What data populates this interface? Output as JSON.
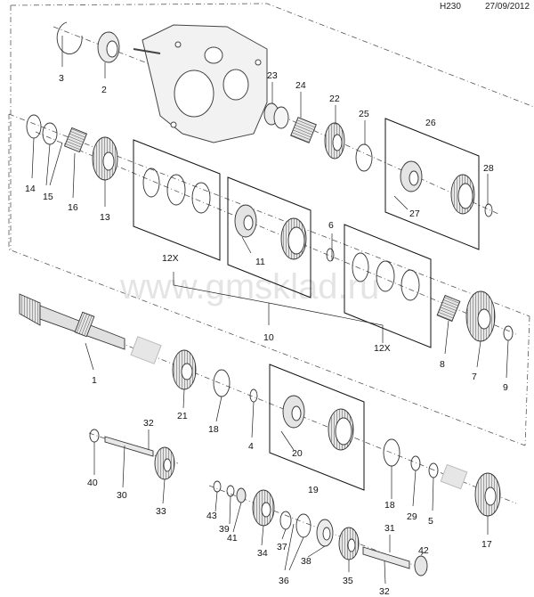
{
  "header": {
    "code": "H230",
    "date": "27/09/2012"
  },
  "watermark": "www.gmsklad.ru",
  "callouts": {
    "c1": "1",
    "c2": "2",
    "c3": "3",
    "c4": "4",
    "c5": "5",
    "c6": "6",
    "c7": "7",
    "c8": "8",
    "c9": "9",
    "c10": "10",
    "c11": "11",
    "c12x_a": "12X",
    "c12x_b": "12X",
    "c13": "13",
    "c14": "14",
    "c15": "15",
    "c16": "16",
    "c17": "17",
    "c18a": "18",
    "c18b": "18",
    "c19": "19",
    "c20": "20",
    "c21": "21",
    "c22": "22",
    "c23": "23",
    "c24": "24",
    "c25": "25",
    "c26": "26",
    "c27": "27",
    "c28": "28",
    "c29": "29",
    "c30": "30",
    "c31": "31",
    "c32a": "32",
    "c32b": "32",
    "c33": "33",
    "c34": "34",
    "c35": "35",
    "c36": "36",
    "c37": "37",
    "c38": "38",
    "c39": "39",
    "c40": "40",
    "c41": "41",
    "c42": "42",
    "c43": "43"
  }
}
